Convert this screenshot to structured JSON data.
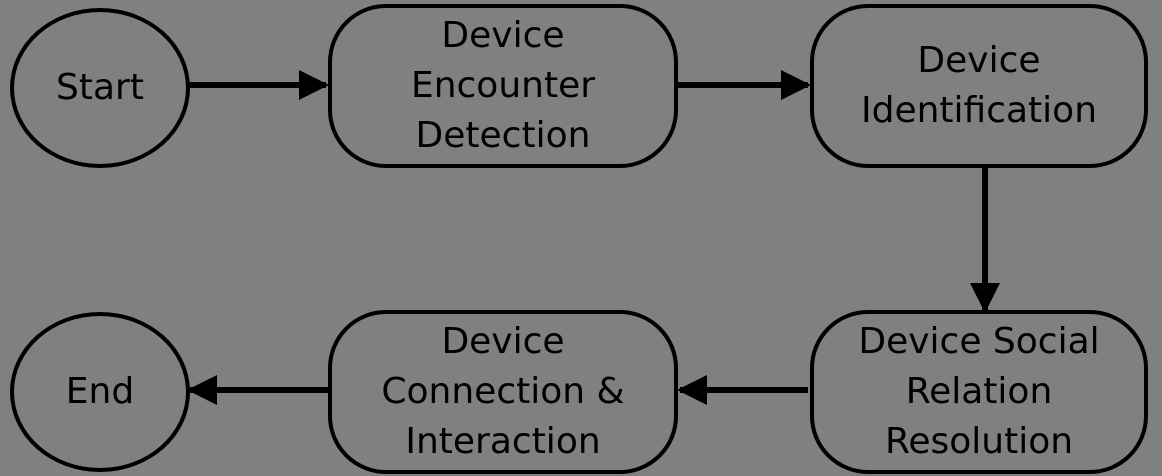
{
  "colors": {
    "background": "#808080",
    "stroke": "#000000",
    "text": "#000000"
  },
  "nodes": {
    "start": {
      "shape": "ellipse",
      "label": "Start"
    },
    "encounter": {
      "shape": "rounded-rectangle",
      "lines": [
        "Device",
        "Encounter",
        "Detection"
      ]
    },
    "identification": {
      "shape": "rounded-rectangle",
      "lines": [
        "Device",
        "Identification"
      ]
    },
    "social": {
      "shape": "rounded-rectangle",
      "lines": [
        "Device Social",
        "Relation",
        "Resolution"
      ]
    },
    "connection": {
      "shape": "rounded-rectangle",
      "lines": [
        "Device",
        "Connection &",
        "Interaction"
      ]
    },
    "end": {
      "shape": "ellipse",
      "label": "End"
    }
  },
  "edges": [
    {
      "from": "start",
      "to": "encounter"
    },
    {
      "from": "encounter",
      "to": "identification"
    },
    {
      "from": "identification",
      "to": "social"
    },
    {
      "from": "social",
      "to": "connection"
    },
    {
      "from": "connection",
      "to": "end"
    }
  ]
}
